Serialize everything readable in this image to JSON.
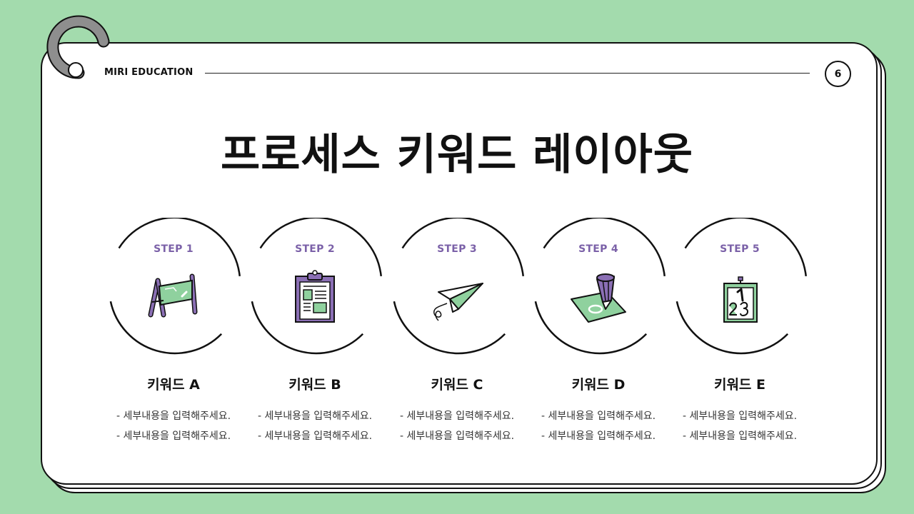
{
  "header": {
    "brand": "MIRI EDUCATION",
    "page_number": "6"
  },
  "title": "프로세스 키워드 레이아웃",
  "colors": {
    "background": "#a3dbad",
    "accent_purple": "#7b61a8",
    "icon_green": "#8fd19e",
    "ring_gray": "#8e8e8e"
  },
  "steps": [
    {
      "label": "STEP 1",
      "icon": "easel-board-icon",
      "keyword": "키워드 A",
      "lines": [
        "- 세부내용을 입력해주세요.",
        "- 세부내용을 입력해주세요."
      ]
    },
    {
      "label": "STEP 2",
      "icon": "clipboard-document-icon",
      "keyword": "키워드 B",
      "lines": [
        "- 세부내용을 입력해주세요.",
        "- 세부내용을 입력해주세요."
      ]
    },
    {
      "label": "STEP 3",
      "icon": "paper-plane-icon",
      "keyword": "키워드 C",
      "lines": [
        "- 세부내용을 입력해주세요.",
        "- 세부내용을 입력해주세요."
      ]
    },
    {
      "label": "STEP 4",
      "icon": "crayon-paper-icon",
      "keyword": "키워드 D",
      "lines": [
        "- 세부내용을 입력해주세요.",
        "- 세부내용을 입력해주세요."
      ]
    },
    {
      "label": "STEP 5",
      "icon": "number-calendar-icon",
      "keyword": "키워드 E",
      "lines": [
        "- 세부내용을 입력해주세요.",
        "- 세부내용을 입력해주세요."
      ]
    }
  ]
}
